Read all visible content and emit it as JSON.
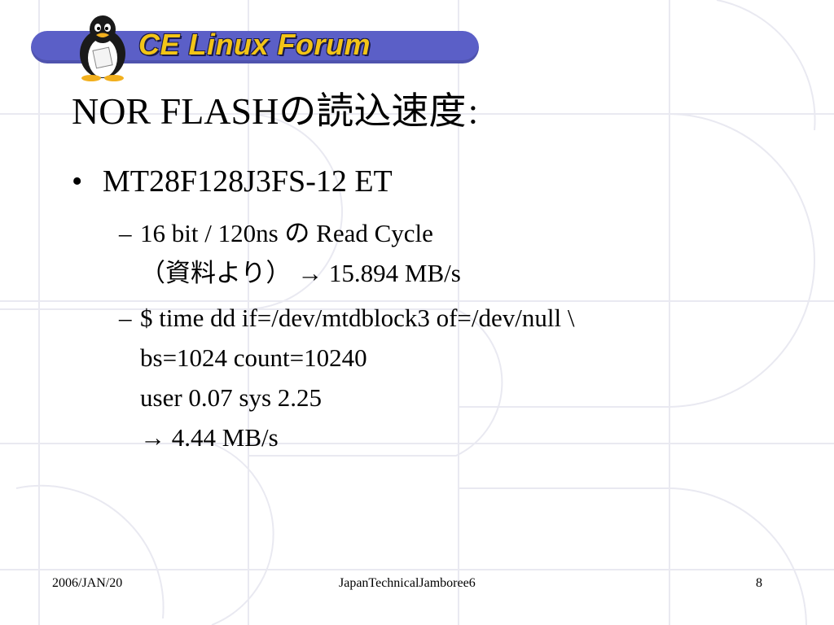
{
  "banner": {
    "logo_text": "CE Linux Forum"
  },
  "slide": {
    "title": "NOR FLASHの読込速度",
    "title_colon": "：",
    "bullet": "MT28F128J3FS-12 ET",
    "sub1": {
      "line1": "16 bit / 120ns の Read Cycle",
      "line2": "（資料より） → 15.894 MB/s"
    },
    "sub2": {
      "line1": "$ time dd if=/dev/mtdblock3 of=/dev/null \\",
      "line2": "bs=1024 count=10240",
      "line3": "user 0.07 sys 2.25",
      "line4": "→ 4.44 MB/s"
    }
  },
  "footer": {
    "date": "2006/JAN/20",
    "event": "JapanTechnicalJamboree6",
    "page": "8"
  },
  "colors": {
    "banner": "#5b5fc7",
    "logo_text": "#f2c417",
    "bg_pattern": "#ececf3"
  }
}
